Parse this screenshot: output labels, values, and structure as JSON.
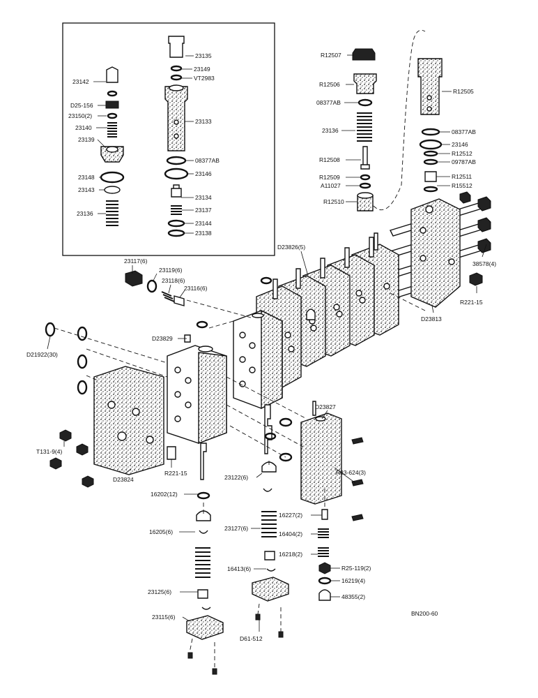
{
  "figure_code": "BN200-60",
  "inset_labels": {
    "23135": "23135",
    "23149": "23149",
    "VT2983": "VT2983",
    "23142": "23142",
    "D25_156": "D25-156",
    "23150": "23150(2)",
    "23133": "23133",
    "23140": "23140",
    "23139": "23139",
    "08377AB": "08377AB",
    "23148": "23148",
    "23146": "23146",
    "23143": "23143",
    "23134": "23134",
    "23136": "23136",
    "23137": "23137",
    "23144": "23144",
    "23138": "23138"
  },
  "relief_labels": {
    "R12507": "R12507",
    "R12506": "R12506",
    "08377AB_a": "08377AB",
    "23136": "23136",
    "R12508": "R12508",
    "R12509": "R12509",
    "A11027": "A11027",
    "R12510": "R12510",
    "R12505": "R12505",
    "08377AB_b": "08377AB",
    "23146": "23146",
    "R12512": "R12512",
    "09787AB": "09787AB",
    "R12511": "R12511",
    "R15512": "R15512"
  },
  "main_labels": {
    "D23826": "D23826(5)",
    "23117": "23117(6)",
    "23119": "23119(6)",
    "23118": "23118(6)",
    "23116": "23116(6)",
    "38578": "38578(4)",
    "R221_15_a": "R221-15",
    "D23813": "D23813",
    "D23829": "D23829",
    "D21922": "D21922(30)",
    "D23827": "D23827",
    "T131_9": "T131-9(4)",
    "R83_624": "R83-624(3)",
    "D23824": "D23824",
    "R221_15_b": "R221-15",
    "23122": "23122(6)",
    "16202": "16202(12)",
    "16227": "16227(2)",
    "23127": "23127(6)",
    "16404": "16404(2)",
    "16205": "16205(6)",
    "16218": "16218(2)",
    "R25_119": "R25-119(2)",
    "16413": "16413(6)",
    "16219": "16219(4)",
    "23125": "23125(6)",
    "48355": "48355(2)",
    "23115": "23115(6)",
    "D61_512": "D61-512"
  }
}
